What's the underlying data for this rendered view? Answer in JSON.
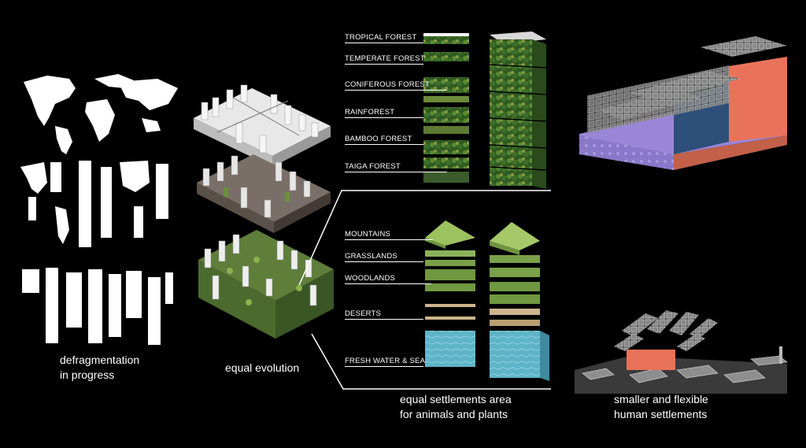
{
  "captions": {
    "world": "defragmentation\nin progress",
    "evolution": "equal evolution",
    "settlements": "equal settlements area\nfor animals and plants",
    "human": "smaller and flexible\nhuman settlements"
  },
  "forest_labels": [
    "TROPICAL FOREST",
    "TEMPERATE FOREST",
    "CONIFEROUS FOREST",
    "RAINFOREST",
    "BAMBOO FOREST",
    "TAIGA FOREST"
  ],
  "biome_labels": [
    "MOUNTAINS",
    "GRASSLANDS",
    "WOODLANDS",
    "DESERTS",
    "FRESH WATER & SEA"
  ],
  "colors": {
    "background": "#000000",
    "forest": "#3f6b2a",
    "grass": "#8bb35a",
    "desert": "#cdb58c",
    "water": "#5fb4c8",
    "salmon": "#e8735a",
    "purple": "#8a78c8",
    "blue": "#2e4f7a"
  }
}
